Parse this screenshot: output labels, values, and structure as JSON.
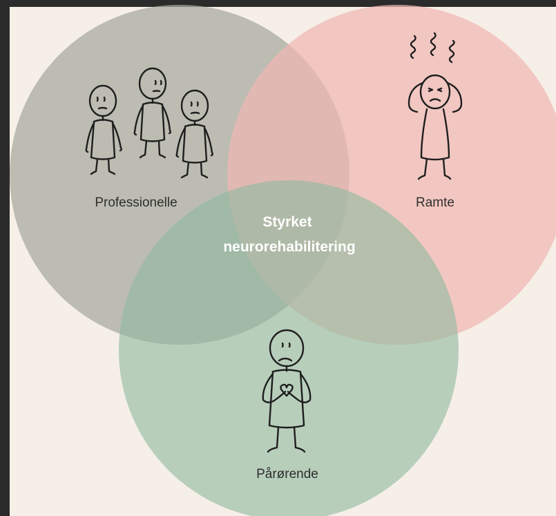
{
  "diagram": {
    "center_label_line1": "Styrket",
    "center_label_line2": "neurorehabilitering",
    "circles": [
      {
        "label": "Professionelle",
        "color": "#a5a89d",
        "figure": "three-people-icon"
      },
      {
        "label": "Ramte",
        "color": "#f0b7b1",
        "figure": "distressed-person-icon"
      },
      {
        "label": "Pårørende",
        "color": "#8fb9a0",
        "figure": "worried-person-icon"
      }
    ]
  },
  "colors": {
    "page_background": "#f6efe8",
    "frame": "#2b2b2b",
    "stroke": "#1e1e1e"
  }
}
